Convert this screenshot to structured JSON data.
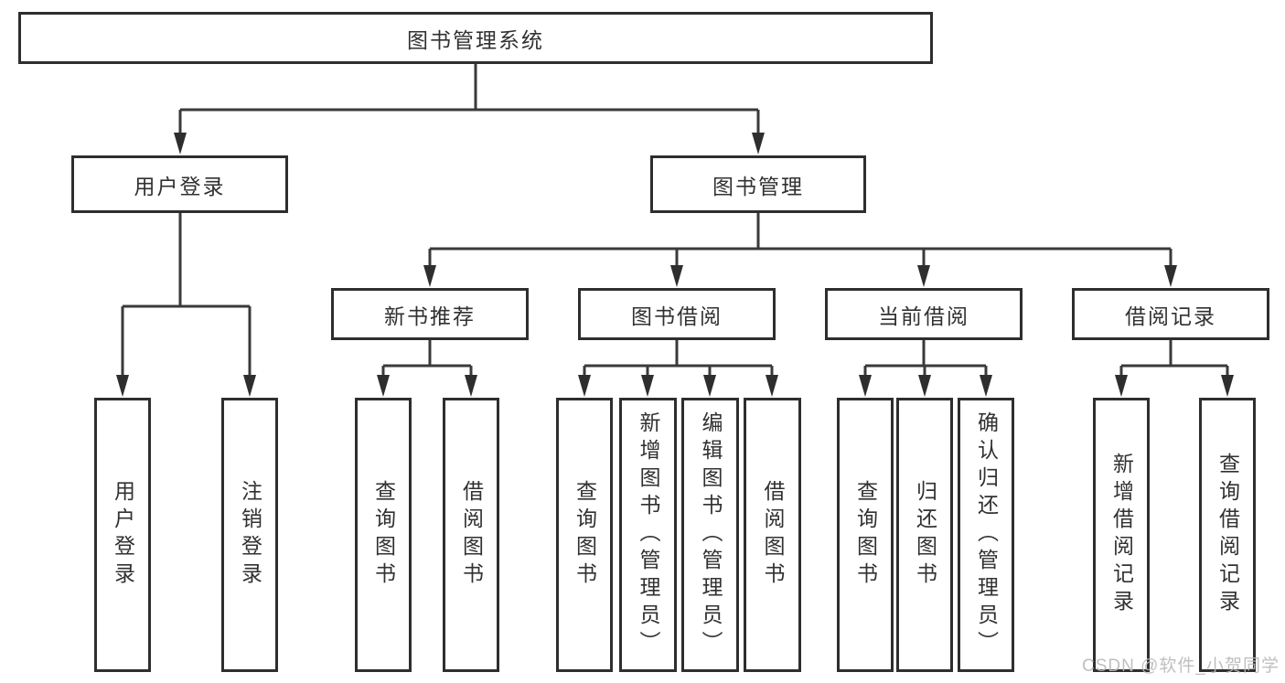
{
  "diagram": {
    "title": "图书管理系统",
    "type": "hierarchy-tree",
    "colors": {
      "background": "#ffffff",
      "box_border": "#2e2e2e",
      "line": "#3a3a3a",
      "text": "#313131",
      "watermark_text": "#b9b9b9"
    }
  },
  "tree": {
    "label": "图书管理系统",
    "children": [
      {
        "label": "用户登录",
        "children": [
          {
            "label": "用户登录"
          },
          {
            "label": "注销登录"
          }
        ]
      },
      {
        "label": "图书管理",
        "children": [
          {
            "label": "新书推荐",
            "children": [
              {
                "label": "查询图书"
              },
              {
                "label": "借阅图书"
              }
            ]
          },
          {
            "label": "图书借阅",
            "children": [
              {
                "label": "查询图书"
              },
              {
                "label": "新增图书（管理员）"
              },
              {
                "label": "编辑图书（管理员）"
              },
              {
                "label": "借阅图书"
              }
            ]
          },
          {
            "label": "当前借阅",
            "children": [
              {
                "label": "查询图书"
              },
              {
                "label": "归还图书"
              },
              {
                "label": "确认归还（管理员）"
              }
            ]
          },
          {
            "label": "借阅记录",
            "children": [
              {
                "label": "新增借阅记录"
              },
              {
                "label": "查询借阅记录"
              }
            ]
          }
        ]
      }
    ]
  },
  "watermark": {
    "text": "CSDN @软件_小贺同学"
  }
}
